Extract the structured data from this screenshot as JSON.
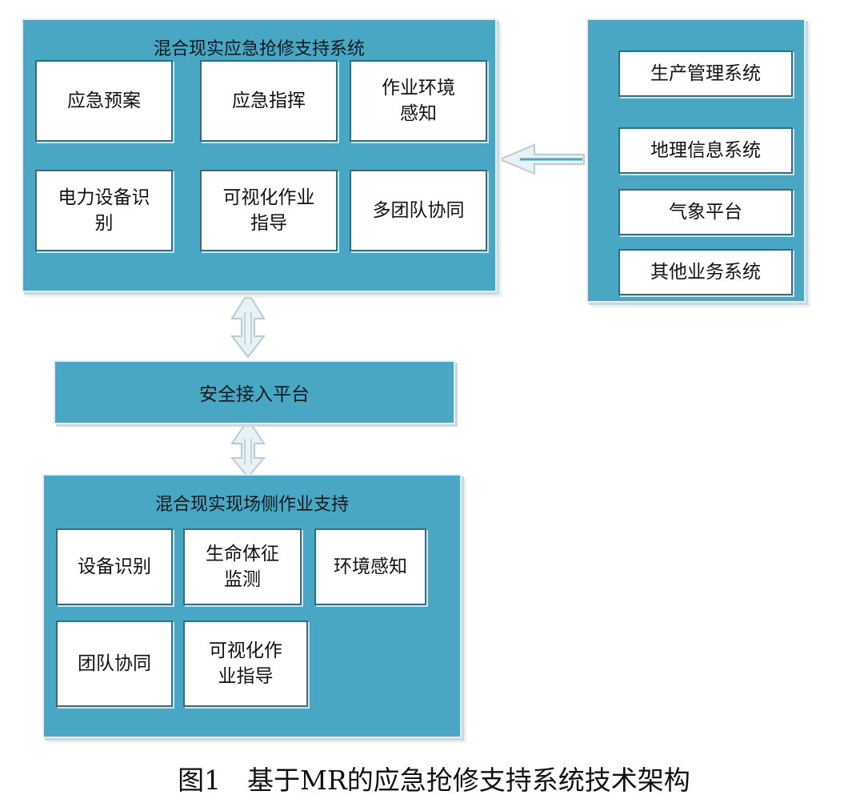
{
  "top_panel": {
    "title": "混合现实应急抢修支持系统",
    "modules": [
      "应急预案",
      "应急指挥",
      "作业环境\n感知",
      "电力设备识\n别",
      "可视化作业\n指导",
      "多团队协同"
    ]
  },
  "right_panel": {
    "systems": [
      "生产管理系统",
      "地理信息系统",
      "气象平台",
      "其他业务系统"
    ]
  },
  "gateway": {
    "label": "安全接入平台"
  },
  "bottom_panel": {
    "title": "混合现实现场侧作业支持",
    "modules": [
      "设备识别",
      "生命体征\n监测",
      "环境感知",
      "团队协同",
      "可视化作\n业指导"
    ]
  },
  "caption": "图1　基于MR的应急抢修支持系统技术架构",
  "colors": {
    "panel": "#4aa7c4",
    "box_border": "#2f6f82",
    "arrow": "#e8f1f4"
  }
}
